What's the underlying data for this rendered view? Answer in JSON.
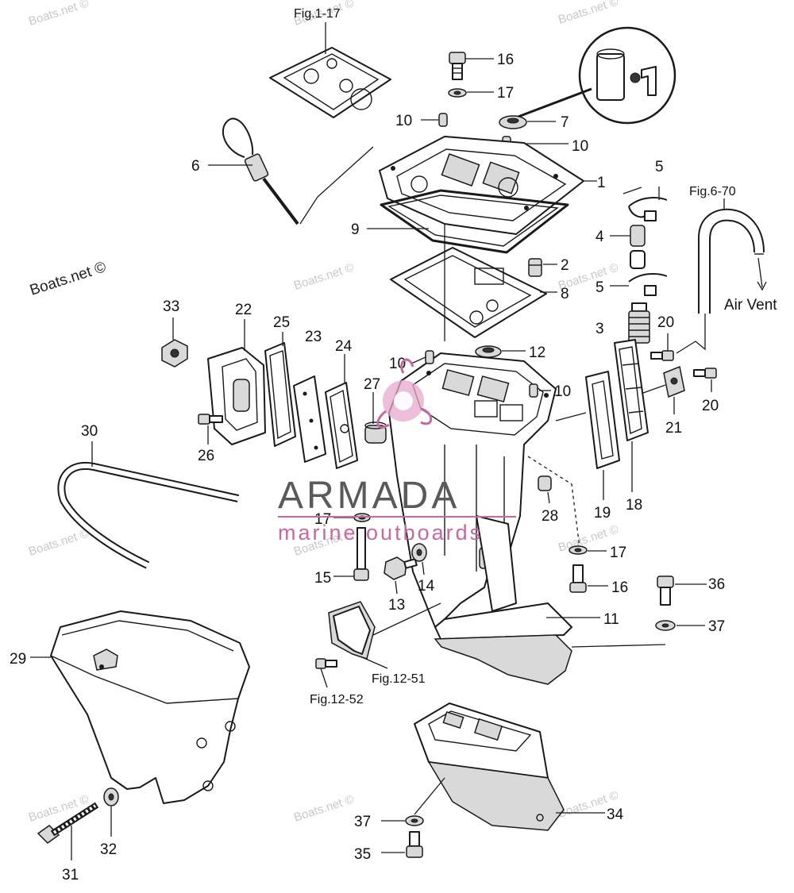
{
  "brand": {
    "name": "ARMADA",
    "tagline": "marine outboards",
    "accent_color": "#c46aa0"
  },
  "watermarks": [
    "Boats.net ©",
    "Boats.net ©",
    "Boats.net ©",
    "Boats.net ©",
    "Boats.net ©",
    "Boats.net ©",
    "Boats.net ©",
    "Boats.net ©",
    "Boats.net ©",
    "Boats.net ©",
    "Boats.net ©"
  ],
  "references": {
    "fig_1_17": "Fig.1-17",
    "fig_6_70": "Fig.6-70",
    "air_vent": "Air Vent",
    "fig_12_51": "Fig.12-51",
    "fig_12_52": "Fig.12-52"
  },
  "callouts": {
    "c1": "1",
    "c2": "2",
    "c3": "3",
    "c4": "4",
    "c5a": "5",
    "c5b": "5",
    "c6": "6",
    "c7": "7",
    "c8": "8",
    "c9": "9",
    "c10a": "10",
    "c10b": "10",
    "c10c": "10",
    "c10d": "10",
    "c11": "11",
    "c12": "12",
    "c13": "13",
    "c14": "14",
    "c15": "15",
    "c16a": "16",
    "c16b": "16",
    "c17a": "17",
    "c17b": "17",
    "c17c": "17",
    "c18": "18",
    "c19": "19",
    "c20a": "20",
    "c20b": "20",
    "c21": "21",
    "c22": "22",
    "c23": "23",
    "c24": "24",
    "c25": "25",
    "c26": "26",
    "c27": "27",
    "c28": "28",
    "c29": "29",
    "c30": "30",
    "c31": "31",
    "c32": "32",
    "c33": "33",
    "c34": "34",
    "c35": "35",
    "c36": "36",
    "c37a": "37",
    "c37b": "37"
  }
}
